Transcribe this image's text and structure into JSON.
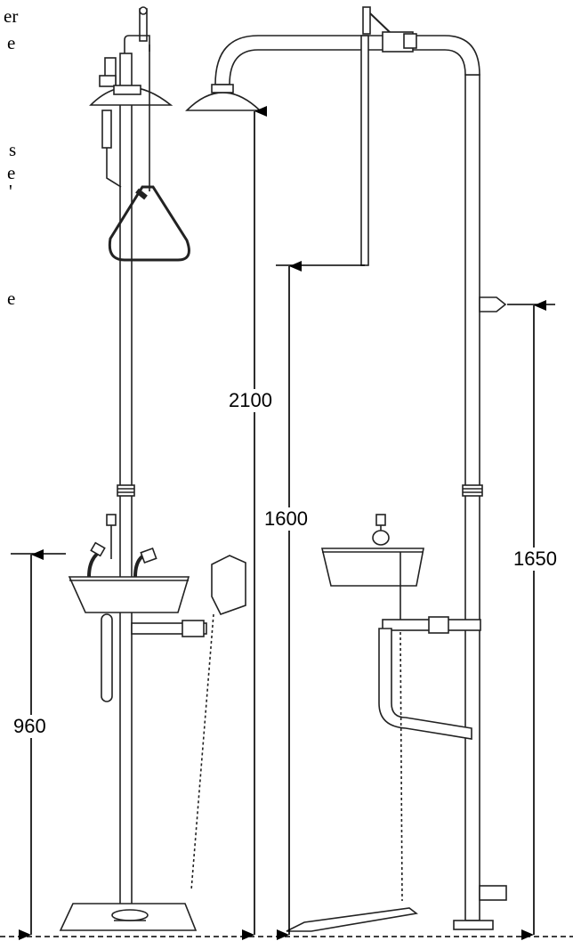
{
  "edge_text": [
    "er",
    "e",
    "s",
    "e",
    "'",
    "e"
  ],
  "dimensions": {
    "basin_height": "960",
    "shower_height": "2100",
    "pull_rod_height": "1600",
    "bracket_height": "1650"
  },
  "colors": {
    "line": "#222222",
    "dim": "#000000",
    "fill": "#ffffff"
  }
}
